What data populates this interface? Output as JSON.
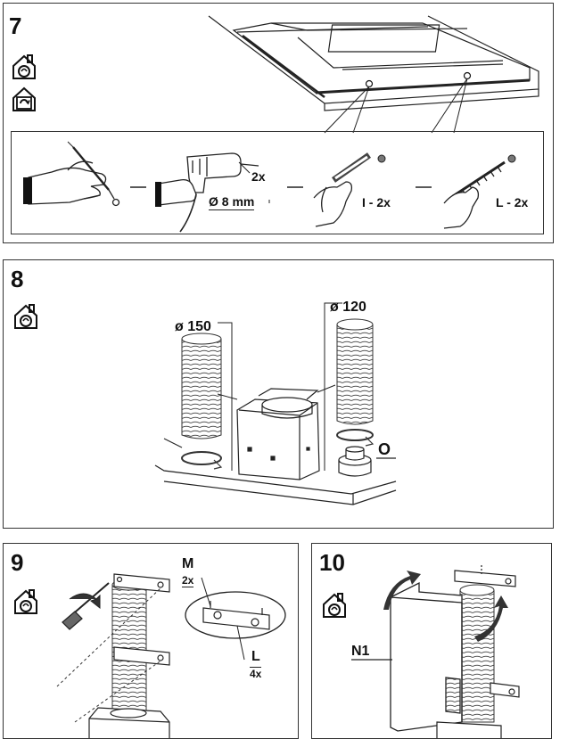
{
  "step7": {
    "number": "7",
    "drill_count": "2x",
    "drill_diameter": "Ø 8 mm",
    "plug_label": "I - 2x",
    "screw_label": "L - 2x"
  },
  "step8": {
    "number": "8",
    "duct_large_diameter": "ø 150",
    "duct_small_diameter": "ø 120",
    "adapter_label": "O"
  },
  "step9": {
    "number": "9",
    "part_m": "M",
    "part_m_count": "2x",
    "part_l": "L",
    "part_l_count": "4x"
  },
  "step10": {
    "number": "10",
    "chimney_label": "N1"
  },
  "icons": {
    "ducted_mode": "house-ducted-icon",
    "recirculation_mode": "house-recirculation-icon"
  }
}
